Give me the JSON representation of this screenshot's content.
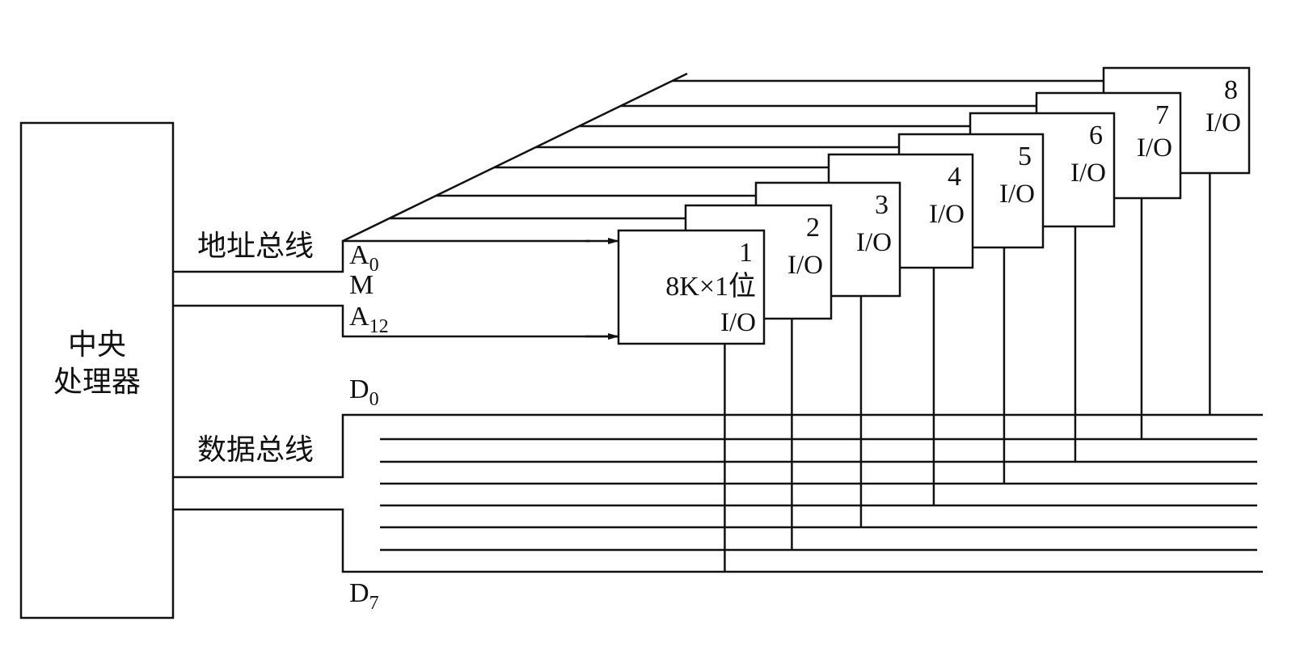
{
  "cpu": {
    "line1": "中央",
    "line2": "处理器"
  },
  "address_bus": {
    "label": "地址总线",
    "a0": "A",
    "a0_sub": "0",
    "m": "M",
    "a12": "A",
    "a12_sub": "12"
  },
  "data_bus": {
    "label": "数据总线",
    "d0": "D",
    "d0_sub": "0",
    "d7": "D",
    "d7_sub": "7"
  },
  "chips": [
    {
      "number": "1",
      "capacity": "8K×1位",
      "io": "I/O"
    },
    {
      "number": "2",
      "io": "I/O"
    },
    {
      "number": "3",
      "io": "I/O"
    },
    {
      "number": "4",
      "io": "I/O"
    },
    {
      "number": "5",
      "io": "I/O"
    },
    {
      "number": "6",
      "io": "I/O"
    },
    {
      "number": "7",
      "io": "I/O"
    },
    {
      "number": "8",
      "io": "I/O"
    }
  ],
  "colors": {
    "stroke": "#111111",
    "background": "#ffffff"
  }
}
